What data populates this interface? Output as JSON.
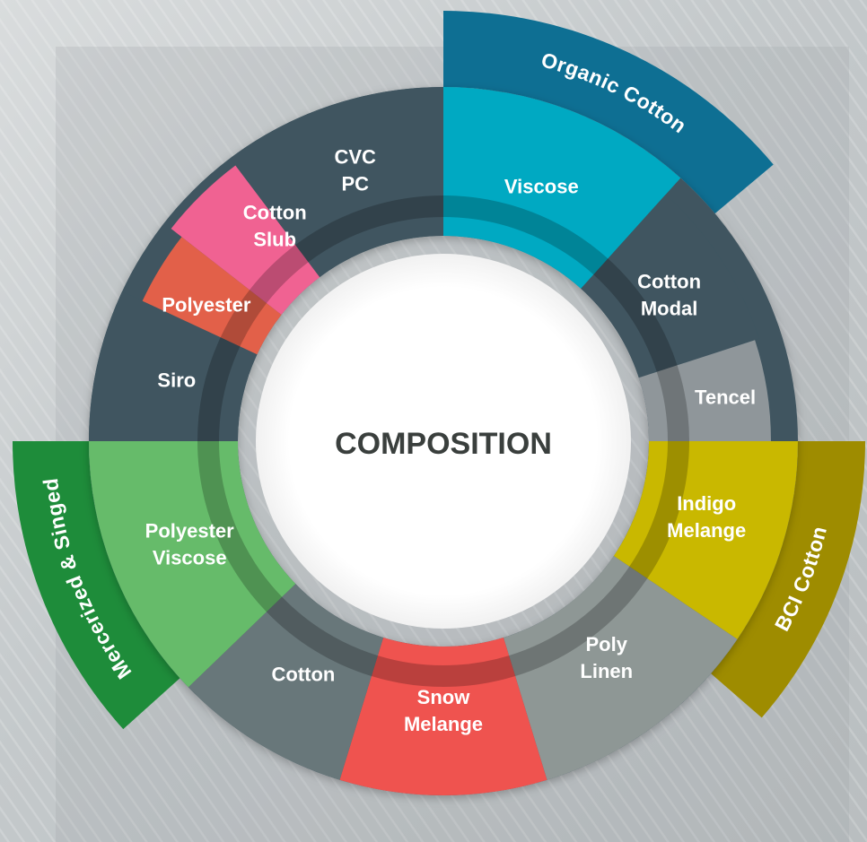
{
  "diagram": {
    "center_title": "COMPOSITION",
    "segments": [
      {
        "id": "cvc-pc",
        "lines": [
          "CVC",
          "PC"
        ],
        "color": "#3f5560"
      },
      {
        "id": "viscose",
        "lines": [
          "Viscose"
        ],
        "color": "#00a9c2"
      },
      {
        "id": "cotton-modal",
        "lines": [
          "Cotton",
          "Modal"
        ],
        "color": "#3f5560"
      },
      {
        "id": "tencel",
        "lines": [
          "Tencel"
        ],
        "color": "#8f969a"
      },
      {
        "id": "indigo-melange",
        "lines": [
          "Indigo",
          "Melange"
        ],
        "color": "#c9b800"
      },
      {
        "id": "poly-linen",
        "lines": [
          "Poly",
          "Linen"
        ],
        "color": "#8e9795"
      },
      {
        "id": "snow-melange",
        "lines": [
          "Snow",
          "Melange"
        ],
        "color": "#ef5350"
      },
      {
        "id": "cotton",
        "lines": [
          "Cotton"
        ],
        "color": "#68777a"
      },
      {
        "id": "polyester-viscose",
        "lines": [
          "Polyester",
          "Viscose"
        ],
        "color": "#66bb6a"
      },
      {
        "id": "siro",
        "lines": [
          "Siro"
        ],
        "color": "#3f5560"
      },
      {
        "id": "polyester",
        "lines": [
          "Polyester"
        ],
        "color": "#e2604a"
      },
      {
        "id": "cotton-slub",
        "lines": [
          "Cotton",
          "Slub"
        ],
        "color": "#f06292"
      }
    ],
    "outer_bands": [
      {
        "id": "organic-cotton",
        "label": "Organic Cotton",
        "color": "#0e6f93"
      },
      {
        "id": "bci-cotton",
        "label": "BCI Cotton",
        "color": "#9e8c00"
      },
      {
        "id": "mercerized-singed",
        "label": "Mercerized & Singed",
        "color": "#1e8c3a"
      }
    ]
  }
}
